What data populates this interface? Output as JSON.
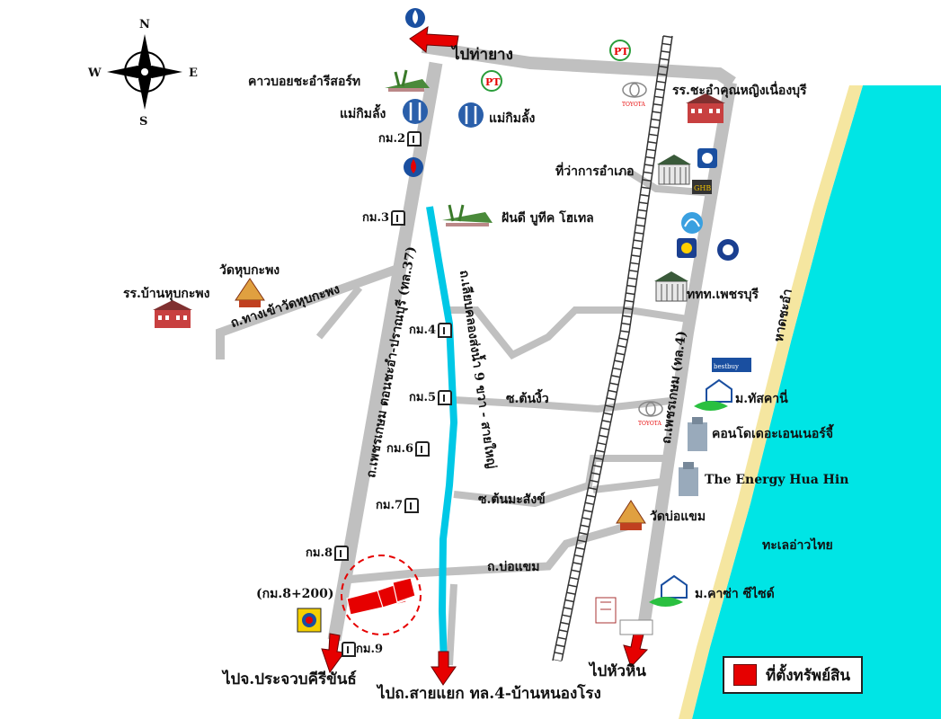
{
  "compass": {
    "n": "N",
    "s": "S",
    "e": "E",
    "w": "W"
  },
  "labels": {
    "to_tha_yang": "ไปท่ายาง",
    "cowboy": "คาวบอยชะอำรีสอร์ท",
    "maekimlang_1": "แม่กิมลั้ง",
    "maekimlang_2": "แม่กิมลั้ง",
    "school_cha_am": "รร.ชะอำคุณหญิงเนื่องบุรี",
    "amphoe_office": "ที่ว่าการอำเภอ",
    "fundee": "ฝันดี บูทีค โฮเทล",
    "wat_hup_kaphong": "วัดหุบกะพง",
    "school_hup_kaphong": "รร.บ้านหุบกะพง",
    "road_wat_hup": "ถ.ทางเข้าวัดหุบกะพง",
    "road_37": "ถ.เพชรเกษม ตอนชะอำ-ปราณบุรี (ทล.37)",
    "road_canal": "ถ.เลียบคลองส่งน้ำ 9 ขวา - สายใหญ่",
    "road_4": "ถ.เพชรเกษม (ทล.4)",
    "ttt": "ททท.เพชรบุรี",
    "cha_am_beach": "หาดชะอำ",
    "soi_ton_ngiw": "ซ.ต้นงิ้ว",
    "soi_ton_masang": "ซ.ต้นมะสังข์",
    "road_bo_khaem": "ถ.บ่อแขม",
    "tascany": "ม.ทัสคานี่",
    "condo": "คอนโดเดอะเอนเนอร์จี้",
    "energy": "The Energy Hua Hin",
    "wat_bo_khaem": "วัดบ่อแขม",
    "gulf": "ทะเลอ่าวไทย",
    "casa": "ม.คาซ่า ซีไซด์",
    "km_8_200": "(กม.8+200)",
    "to_prachuap": "ไปจ.ประจวบคีรีขันธ์",
    "to_sai_yaek": "ไปถ.สายแยก ทล.4-บ้านหนองโรง",
    "to_hua_hin": "ไปหัวหิน"
  },
  "km_markers": [
    "กม.2",
    "กม.3",
    "กม.4",
    "กม.5",
    "กม.6",
    "กม.7",
    "กม.8",
    "กม.9"
  ],
  "legend": {
    "label": "ที่ตั้งทรัพย์สิน"
  },
  "colors": {
    "road": "#c0c0c0",
    "canal": "#00c8e6",
    "sea": "#00e5e5",
    "beach": "#f5e6a0",
    "arrow": "#e60000",
    "property": "#e60000"
  },
  "icons": [
    "compass-rose-icon",
    "gas-station-icon",
    "restaurant-icon",
    "toyota-logo-icon",
    "pt-logo-icon",
    "bank-icon",
    "temple-icon",
    "school-icon",
    "hotel-icon",
    "village-icon",
    "building-icon",
    "railway-icon"
  ]
}
